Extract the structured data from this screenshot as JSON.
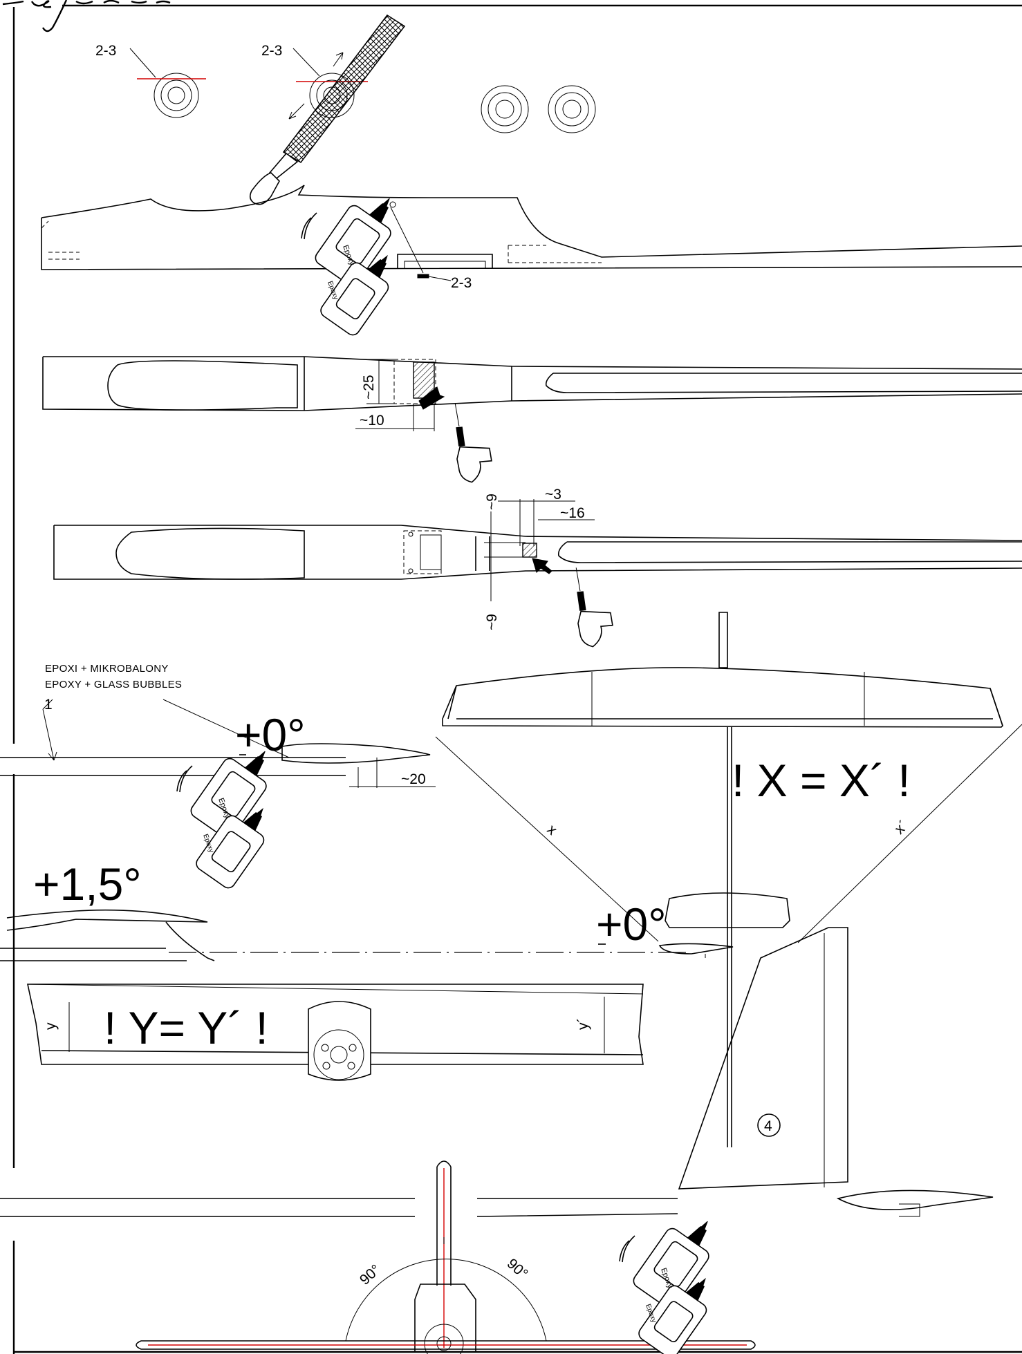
{
  "header": {
    "signature": "signature"
  },
  "step1": {
    "dim_left": "2-3",
    "dim_right": "2-3"
  },
  "step2": {
    "dim_mount": "2-3",
    "bottle_label_1": "Epoxy",
    "bottle_label_2": "Epoxy"
  },
  "step3": {
    "dim_height": "~25",
    "dim_length": "~10"
  },
  "step4": {
    "dim_top": "~9",
    "dim_bottom": "~9",
    "dim_a": "~3",
    "dim_b": "~16"
  },
  "step5": {
    "note_line1": "EPOXI + MIKROBALONY",
    "note_line2": "EPOXY +  GLASS BUBBLES",
    "angle": "+0°",
    "dim_len": "~20",
    "bottle_label_1": "Epoxy",
    "bottle_label_2": "Epoxy"
  },
  "step6": {
    "rule": "! X = X´ !",
    "label_x": "x",
    "label_x_prime": "x´",
    "stab_angle": "+0°"
  },
  "step7": {
    "wing_angle": "+1,5°"
  },
  "step8": {
    "rule": "! Y= Y´ !",
    "label_y": "y",
    "label_y_prime": "y´"
  },
  "step9": {
    "part_number": "4",
    "angle_left": "90°",
    "angle_right": "90°",
    "bottle_label_1": "Epoxy",
    "bottle_label_2": "Epoxy"
  }
}
